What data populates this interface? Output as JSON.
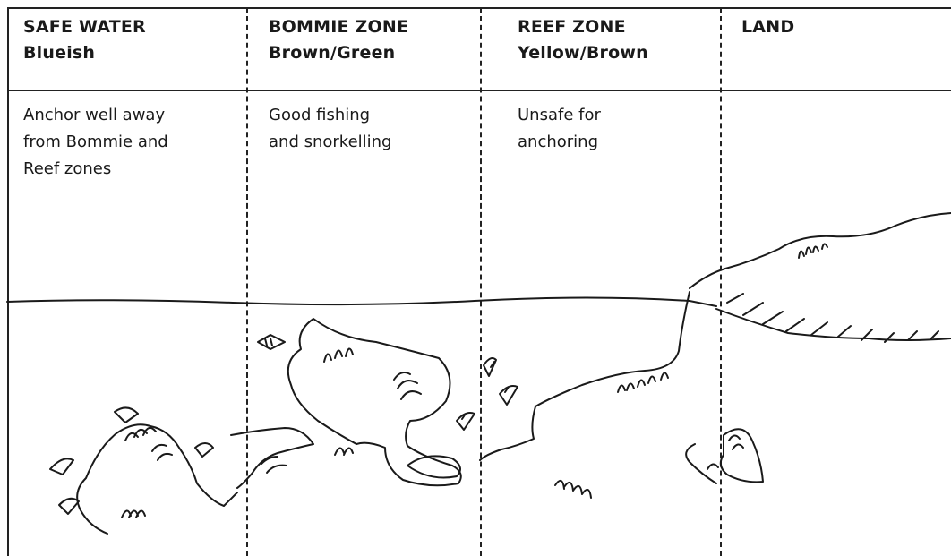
{
  "zones": [
    {
      "title": "SAFE WATER",
      "color": "Blueish",
      "notes": [
        "Anchor well away",
        "from Bommie and",
        "Reef zones"
      ]
    },
    {
      "title": "BOMMIE ZONE",
      "color": "Brown/Green",
      "notes": [
        "Good fishing",
        "and snorkelling"
      ]
    },
    {
      "title": "REEF ZONE",
      "color": "Yellow/Brown",
      "notes": [
        "Unsafe for",
        "anchoring"
      ]
    },
    {
      "title": "LAND",
      "color": "",
      "notes": []
    }
  ]
}
